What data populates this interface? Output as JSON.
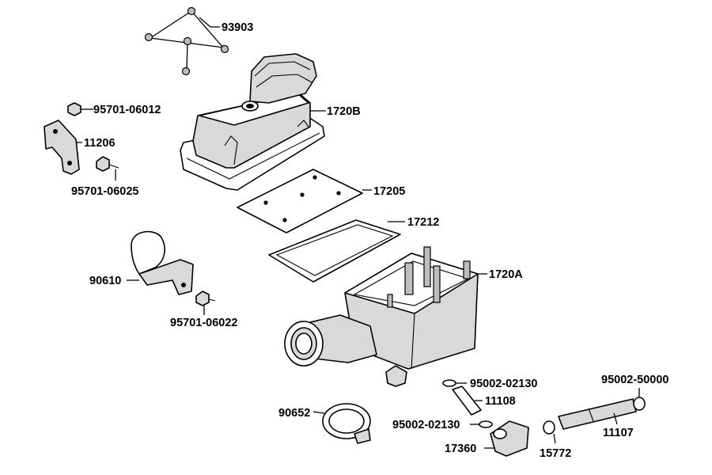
{
  "diagram": {
    "parts": [
      {
        "id": "p93903",
        "label": "93903"
      },
      {
        "id": "p1720B",
        "label": "1720B"
      },
      {
        "id": "p95701_06012",
        "label": "95701-06012"
      },
      {
        "id": "p11206",
        "label": "11206"
      },
      {
        "id": "p95701_06025",
        "label": "95701-06025"
      },
      {
        "id": "p17205",
        "label": "17205"
      },
      {
        "id": "p17212",
        "label": "17212"
      },
      {
        "id": "p1720A",
        "label": "1720A"
      },
      {
        "id": "p90610",
        "label": "90610"
      },
      {
        "id": "p95701_06022",
        "label": "95701-06022"
      },
      {
        "id": "p95002_02130_a",
        "label": "95002-02130"
      },
      {
        "id": "p11108",
        "label": "11108"
      },
      {
        "id": "p95002_02130_b",
        "label": "95002-02130"
      },
      {
        "id": "p95002_50000",
        "label": "95002-50000"
      },
      {
        "id": "p90652",
        "label": "90652"
      },
      {
        "id": "p11107",
        "label": "11107"
      },
      {
        "id": "p17360",
        "label": "17360"
      },
      {
        "id": "p15772",
        "label": "15772"
      }
    ]
  }
}
